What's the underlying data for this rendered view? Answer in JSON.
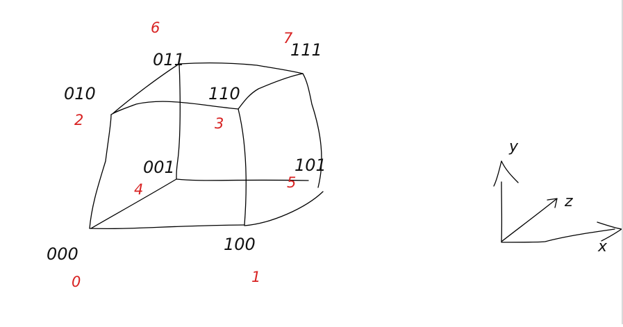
{
  "colors": {
    "ink": "#000000",
    "red_ink": "#d82222",
    "background": "#ffffff"
  },
  "cube": {
    "vertices": [
      {
        "id": "v0",
        "binary": "000",
        "index": "0"
      },
      {
        "id": "v1",
        "binary": "100",
        "index": "1"
      },
      {
        "id": "v2",
        "binary": "010",
        "index": "2"
      },
      {
        "id": "v3",
        "binary": "110",
        "index": "3"
      },
      {
        "id": "v4",
        "binary": "001",
        "index": "4"
      },
      {
        "id": "v5",
        "binary": "101",
        "index": "5"
      },
      {
        "id": "v6",
        "binary": "011",
        "index": "6"
      },
      {
        "id": "v7",
        "binary": "111",
        "index": "7"
      }
    ]
  },
  "axes": {
    "x": "x",
    "y": "y",
    "z": "z"
  }
}
